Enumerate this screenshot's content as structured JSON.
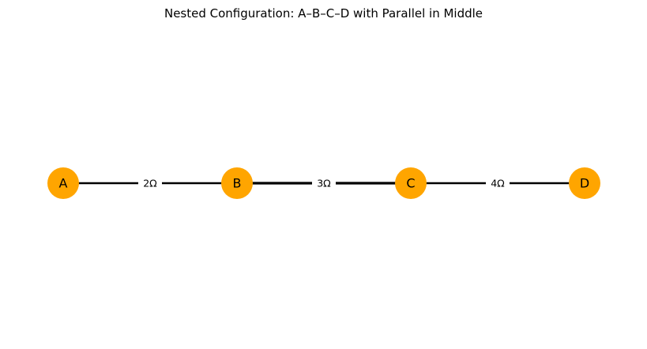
{
  "diagram": {
    "title": "Nested Configuration: A–B–C–D with Parallel in Middle",
    "node_color": "#FFA500",
    "edge_color": "#000000",
    "nodes": [
      {
        "id": "A",
        "label": "A"
      },
      {
        "id": "B",
        "label": "B"
      },
      {
        "id": "C",
        "label": "C"
      },
      {
        "id": "D",
        "label": "D"
      }
    ],
    "edges": [
      {
        "from": "A",
        "to": "B",
        "label": "2Ω"
      },
      {
        "from": "B",
        "to": "C",
        "label": "3Ω"
      },
      {
        "from": "C",
        "to": "D",
        "label": "4Ω"
      }
    ]
  }
}
